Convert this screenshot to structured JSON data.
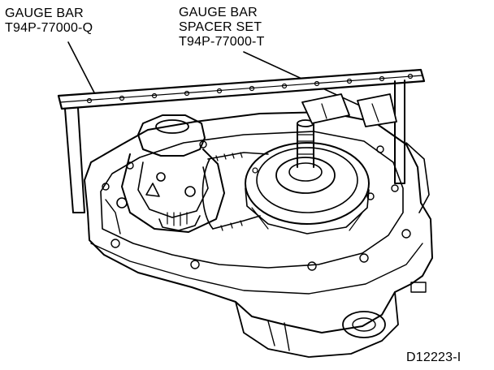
{
  "labels": {
    "gauge_bar": {
      "line1": "GAUGE BAR",
      "line2": "T94P-77000-Q"
    },
    "spacer_set": {
      "line1": "GAUGE BAR",
      "line2": "SPACER SET",
      "line3": "T94P-77000-T"
    }
  },
  "figure_id": "D12223-I",
  "colors": {
    "ink": "#000000",
    "paper": "#ffffff"
  }
}
